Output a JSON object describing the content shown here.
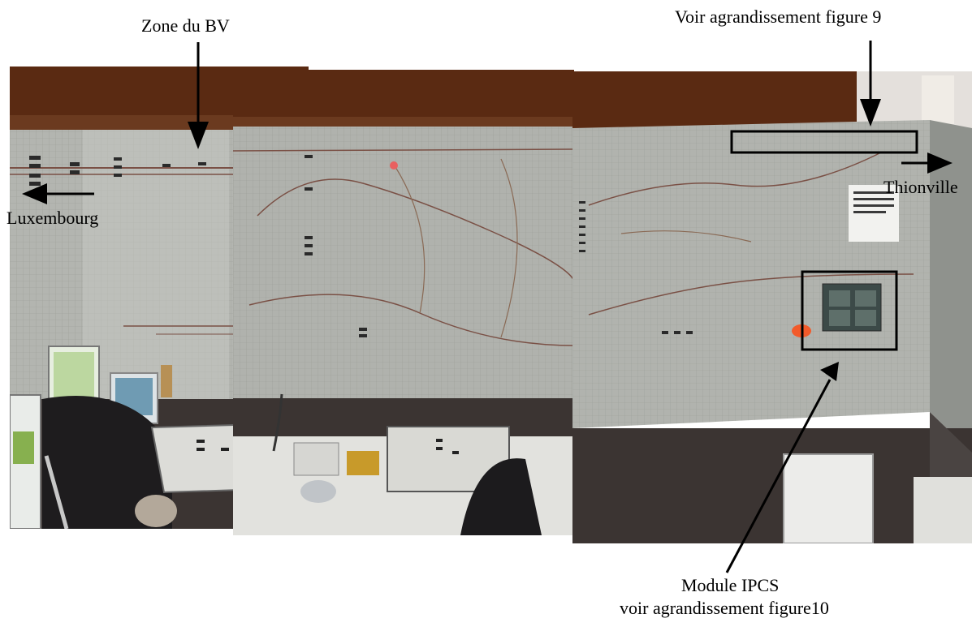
{
  "labels": {
    "zone_bv": "Zone du BV",
    "voir_fig9": "Voir agrandissement figure 9",
    "luxembourg": "Luxembourg",
    "thionville": "Thionville",
    "module_ipcs": "Module IPCS",
    "voir_fig10": "voir agrandissement figure10"
  },
  "colors": {
    "wood": "#5a2a12",
    "panel": "#a9aca6",
    "panel_light": "#c2c4bf",
    "track": "#7a5045",
    "lower_wall": "#3b3432",
    "desk": "#e4e4e0",
    "arrow": "#000000"
  }
}
